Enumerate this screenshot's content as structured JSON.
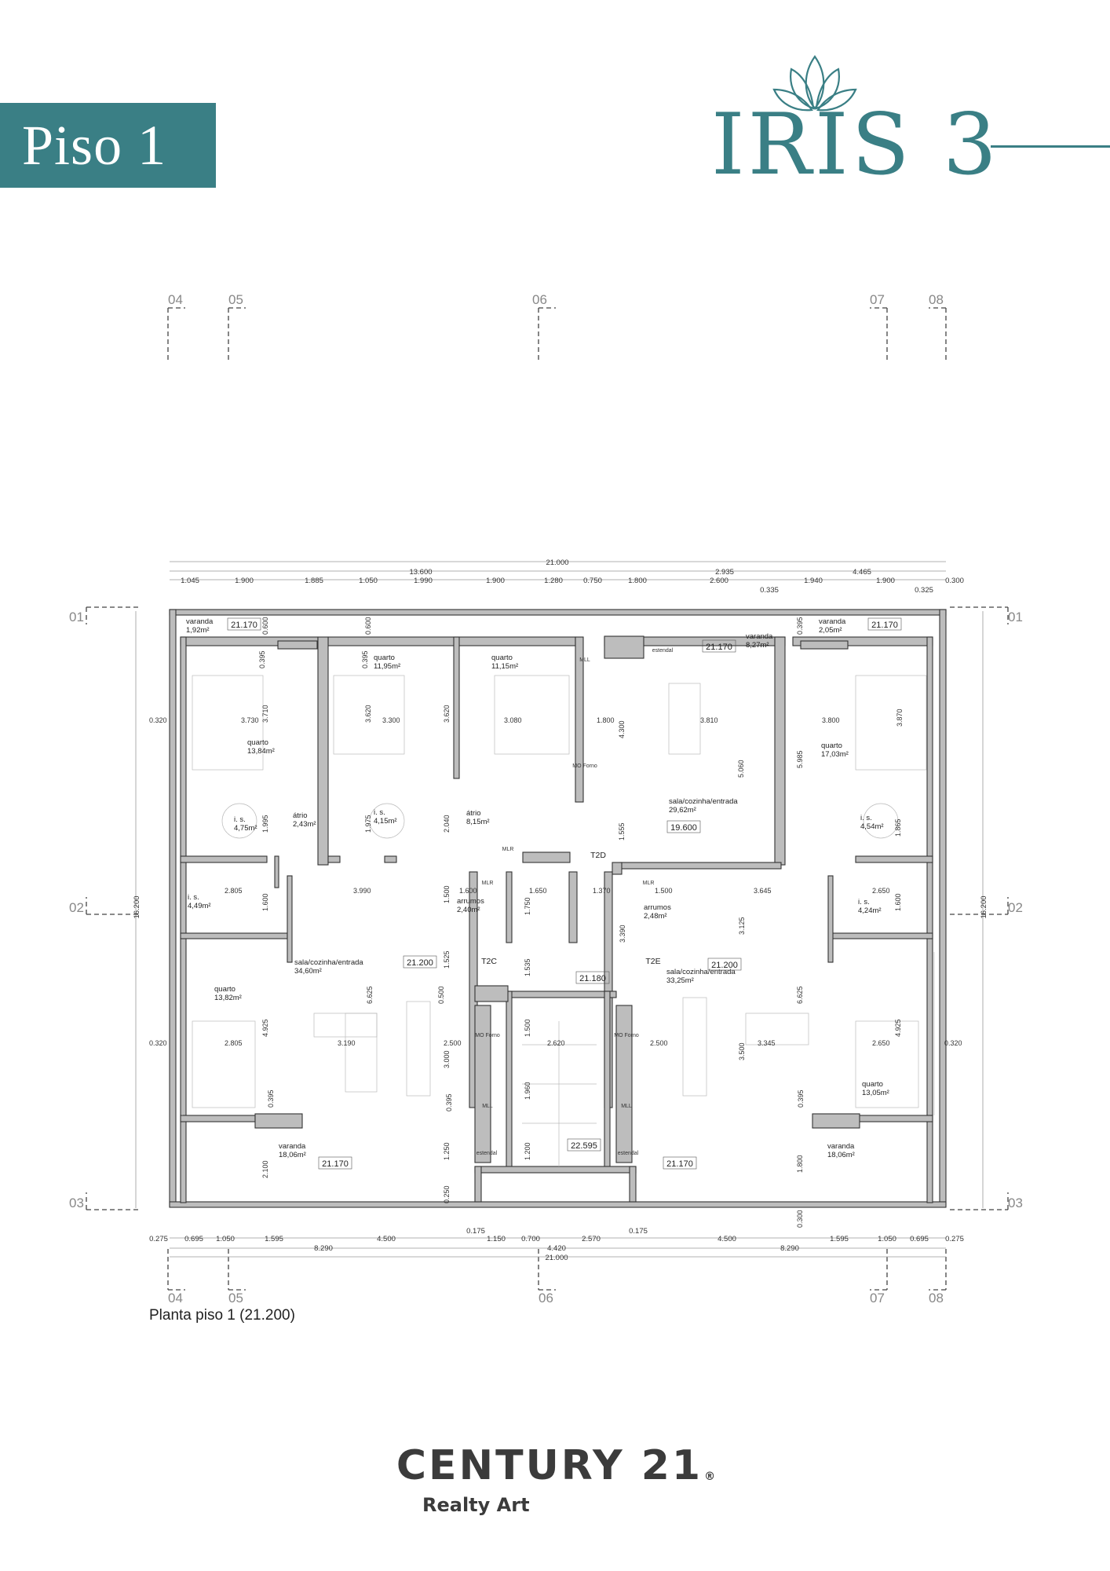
{
  "header": {
    "floor_label": "Piso 1",
    "logo_text": "IRIS 3",
    "logo_icon": "lotus-icon"
  },
  "plan": {
    "axes_top": [
      "04",
      "05",
      "06",
      "07",
      "08"
    ],
    "axes_side": [
      "01",
      "02",
      "03"
    ],
    "top_dims": {
      "overall": "21.000",
      "sub_left": "13.600",
      "sub_r1": "2.935",
      "sub_r2": "4.465",
      "row": [
        "1.045",
        "1.900",
        "1.885",
        "1.050",
        "1.990",
        "1.900",
        "1.280",
        "0.750",
        "1.800",
        "2.600",
        "1.940",
        "1.900",
        "0.300"
      ],
      "small_1": "0.335",
      "small_2": "0.325"
    },
    "bottom_dims": {
      "row": [
        "0.275",
        "0.695",
        "1.050",
        "1.595",
        "4.500",
        "1.150",
        "0.700",
        "2.570",
        "4.500",
        "1.595",
        "1.050",
        "0.695",
        "0.275"
      ],
      "sub_left": "8.290",
      "sub_right": "8.290",
      "center": "4.420",
      "small_l": "0.175",
      "small_r": "0.175",
      "overall": "21.000"
    },
    "side_dims": {
      "left": "16.200",
      "right": "16.200"
    },
    "rooms": [
      {
        "name": "varanda",
        "area": "1,92m²"
      },
      {
        "name": "quarto",
        "area": "13,84m²"
      },
      {
        "name": "quarto",
        "area": "11,95m²"
      },
      {
        "name": "quarto",
        "area": "11,15m²"
      },
      {
        "name": "varanda",
        "area": "8,27m²"
      },
      {
        "name": "varanda",
        "area": "2,05m²"
      },
      {
        "name": "quarto",
        "area": "17,03m²"
      },
      {
        "name": "i. s.",
        "area": "4,75m²"
      },
      {
        "name": "átrio",
        "area": "2,43m²"
      },
      {
        "name": "i. s.",
        "area": "4,15m²"
      },
      {
        "name": "átrio",
        "area": "8,15m²"
      },
      {
        "name": "sala/cozinha/entrada",
        "area": "29,62m²"
      },
      {
        "name": "i. s.",
        "area": "4,54m²"
      },
      {
        "name": "i. s.",
        "area": "4,49m²"
      },
      {
        "name": "arrumos",
        "area": "2,40m²"
      },
      {
        "name": "arrumos",
        "area": "2,48m²"
      },
      {
        "name": "i. s.",
        "area": "4,24m²"
      },
      {
        "name": "sala/cozinha/entrada",
        "area": "34,60m²"
      },
      {
        "name": "sala/cozinha/entrada",
        "area": "33,25m²"
      },
      {
        "name": "quarto",
        "area": "13,82m²"
      },
      {
        "name": "quarto",
        "area": "13,05m²"
      },
      {
        "name": "varanda",
        "area": "18,06m²"
      },
      {
        "name": "varanda",
        "area": "18,06m²"
      }
    ],
    "unit_labels": [
      "T2D",
      "T2C",
      "T2E"
    ],
    "levels": {
      "tl": "21.170",
      "tc": "21.170",
      "tr": "21.170",
      "center": "19.600",
      "ml": "21.200",
      "mr": "21.200",
      "core": "21.180",
      "stair": "22.595",
      "bl": "21.170",
      "br": "21.170"
    },
    "inner_dims": [
      "0.600",
      "0.600",
      "0.395",
      "0.395",
      "0.395",
      "3.730",
      "3.710",
      "3.620",
      "3.300",
      "3.620",
      "3.080",
      "1.800",
      "4.300",
      "3.810",
      "3.800",
      "3.870",
      "5.060",
      "5.985",
      "1.995",
      "1.975",
      "2.040",
      "1.555",
      "1.865",
      "2.805",
      "1.600",
      "3.990",
      "1.600",
      "1.500",
      "1.650",
      "1.750",
      "1.370",
      "1.500",
      "3.645",
      "2.650",
      "1.600",
      "3.390",
      "3.125",
      "1.525",
      "1.535",
      "0.500",
      "6.625",
      "6.625",
      "2.805",
      "4.925",
      "3.190",
      "2.500",
      "3.000",
      "1.500",
      "2.620",
      "2.500",
      "3.500",
      "3.345",
      "2.650",
      "4.925",
      "0.395",
      "0.395",
      "1.960",
      "0.395",
      "2.100",
      "1.250",
      "1.200",
      "1.800",
      "0.250",
      "0.300",
      "0.320",
      "0.320",
      "0.320"
    ],
    "fixtures": [
      "MLL",
      "MO Forno",
      "MLR",
      "MLR",
      "MLR",
      "MO Forno",
      "MO Forno",
      "MLL",
      "MLL",
      "estendal",
      "estendal",
      "estendal"
    ],
    "caption": "Planta piso 1 (21.200)"
  },
  "footer": {
    "brand_name": "CENTURY 21",
    "brand_mark": "®",
    "brand_sub": "Realty Art"
  }
}
